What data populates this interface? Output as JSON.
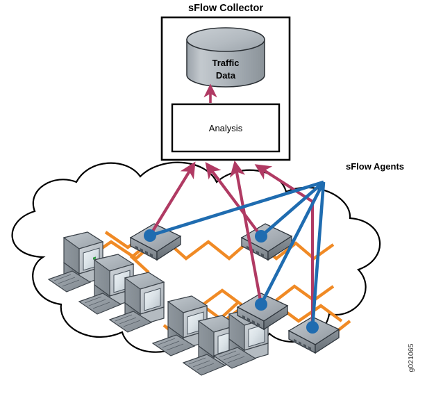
{
  "figure": {
    "title": "sFlow Collector",
    "watermark": "g021065",
    "agents_label": "sFlow Agents"
  },
  "collector": {
    "title": "sFlow Collector",
    "database_label_line1": "Traffic",
    "database_label_line2": "Data",
    "analysis_label": "Analysis"
  },
  "colors": {
    "flow_arrow": "#b03a63",
    "agent_line": "#1f6cb0",
    "cable": "#f08a25",
    "device_body": "#8c949c",
    "device_body_light": "#c6ccd2",
    "outline": "#000000",
    "cylinder_top": "#b9bfc4",
    "cylinder_body": "#a9b0b6",
    "monitor_dark": "#6e767e",
    "monitor_light": "#ced4d9",
    "screen": "#dfe6ea",
    "background": "#ffffff"
  },
  "counts": {
    "switches": 4,
    "workstations": 6,
    "flow_arrows": 4,
    "agent_lines": 4
  },
  "devices": {
    "switch_labels": [
      "switch-top-left",
      "switch-top-right",
      "switch-bottom-left",
      "switch-bottom-right"
    ],
    "workstation_labels": [
      "workstation-1",
      "workstation-2",
      "workstation-3",
      "workstation-4",
      "workstation-5",
      "workstation-6"
    ]
  }
}
